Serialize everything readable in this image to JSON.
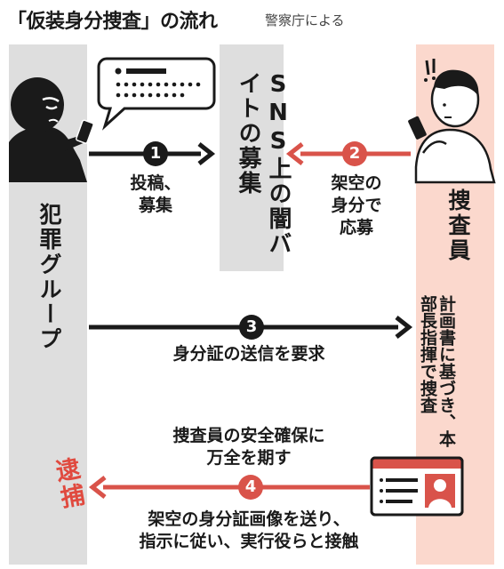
{
  "title": "「仮装身分捜査」の流れ",
  "source": "警察庁による",
  "labels": {
    "sns": "SNS上の闇バイトの募集",
    "group": "犯罪グループ",
    "investigator": "捜査員",
    "plan": "計画書に基づき、本部長指揮で捜査",
    "arrest": "逮捕"
  },
  "steps": [
    {
      "number": "1",
      "text": "投稿、\n募集"
    },
    {
      "number": "2",
      "text": "架空の\n身分で\n応募"
    },
    {
      "number": "3",
      "text": "身分証の送信を要求"
    },
    {
      "number": "4",
      "text_above": "捜査員の安全確保に\n万全を期す",
      "text_below": "架空の身分証画像を送り、\n指示に従い、実行役らと接触"
    }
  ],
  "colors": {
    "dark": "#1a1a1a",
    "red": "#d9534a",
    "gray_panel": "#dedede",
    "pink_panel": "#fbd8cd"
  },
  "icons": [
    "criminal-silhouette-icon",
    "speech-bubble-icon",
    "smartphone-icon",
    "investigator-figure-icon",
    "id-card-icon"
  ]
}
